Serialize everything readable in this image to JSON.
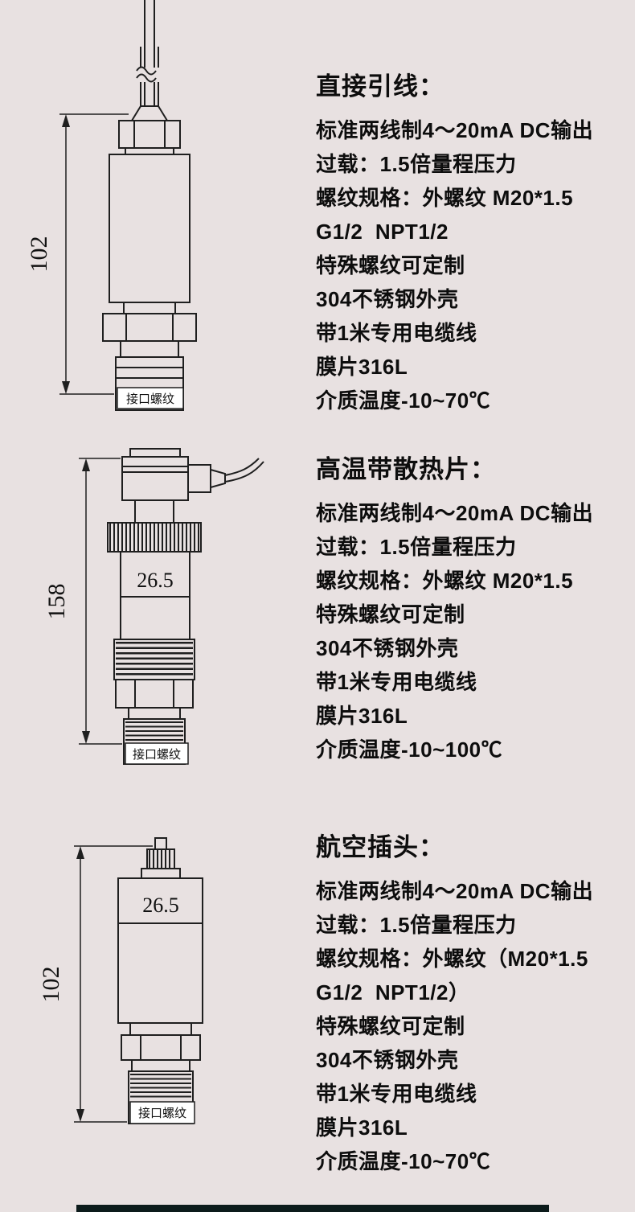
{
  "page": {
    "bg_color": "#e8e1e1",
    "text_color": "#0d0d0d",
    "footer_strip_color": "#0c1b1b"
  },
  "sections": [
    {
      "heading": "直接引线：",
      "specs": [
        "标准两线制4～20mA DC输出",
        "过载：1.5倍量程压力",
        "螺纹规格：外螺纹 M20*1.5",
        "G1/2  NPT1/2",
        "特殊螺纹可定制",
        "304不锈钢外壳",
        "带1米专用电缆线",
        "膜片316L",
        "介质温度-10~70℃"
      ],
      "diagram": {
        "height_dim": "102",
        "thread_label": "接口螺纹"
      }
    },
    {
      "heading": "高温带散热片：",
      "specs": [
        "标准两线制4～20mA DC输出",
        "过载：1.5倍量程压力",
        "螺纹规格：外螺纹 M20*1.5",
        "特殊螺纹可定制",
        "304不锈钢外壳",
        "带1米专用电缆线",
        "膜片316L",
        "介质温度-10~100℃"
      ],
      "diagram": {
        "height_dim": "158",
        "width_dim": "26.5",
        "thread_label": "接口螺纹"
      }
    },
    {
      "heading": "航空插头：",
      "specs": [
        "标准两线制4～20mA DC输出",
        "过载：1.5倍量程压力",
        "螺纹规格：外螺纹（M20*1.5",
        "G1/2  NPT1/2）",
        "特殊螺纹可定制",
        "304不锈钢外壳",
        "带1米专用电缆线",
        "膜片316L",
        "介质温度-10~70℃"
      ],
      "diagram": {
        "height_dim": "102",
        "width_dim": "26.5",
        "thread_label": "接口螺纹"
      }
    }
  ]
}
